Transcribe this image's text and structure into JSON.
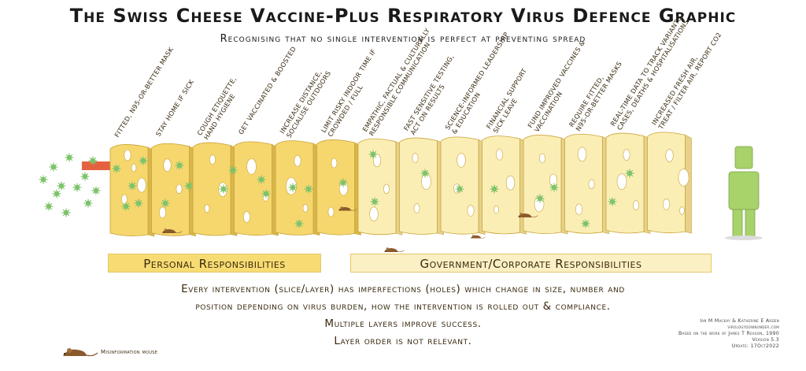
{
  "title": "The Swiss Cheese Vaccine-Plus Respiratory Virus Defence Graphic",
  "subtitle": "Recognising that no single intervention is perfect at preventing spread",
  "slices": [
    {
      "label_lines": [
        "Fitted, N95-or-better mask"
      ]
    },
    {
      "label_lines": [
        "Stay home if sick"
      ]
    },
    {
      "label_lines": [
        "Cough etiquette,",
        "hand hygiene"
      ]
    },
    {
      "label_lines": [
        "Get vaccinated & boosted"
      ]
    },
    {
      "label_lines": [
        "Increase distance,",
        "socialise outdoors"
      ]
    },
    {
      "label_lines": [
        "Limit risky indoor time if",
        "crowded / full"
      ]
    },
    {
      "label_lines": [
        "Empathic, factual & culturally",
        "responsible communication"
      ]
    },
    {
      "label_lines": [
        "Fast sensitive testing,",
        "act on results"
      ]
    },
    {
      "label_lines": [
        "Science-informed leadership",
        "& education"
      ]
    },
    {
      "label_lines": [
        "Financial support",
        "sick leave"
      ]
    },
    {
      "label_lines": [
        "Fund improved vaccines &",
        "vaccination"
      ]
    },
    {
      "label_lines": [
        "Require fitted,",
        "N95-or-better masks"
      ]
    },
    {
      "label_lines": [
        "Real-time data to track variants,",
        "cases, deaths & hospitalisations"
      ]
    },
    {
      "label_lines": [
        "Increased fresh air,",
        "treat / filter air, report CO2"
      ]
    }
  ],
  "bands": {
    "personal": "Personal Responsibilities",
    "government": "Government/Corporate Responsibilities"
  },
  "description_lines": [
    "Every intervention (slice/layer) has imperfections (holes) which change in size, number and",
    "position depending on virus burden, how the intervention is rolled out & compliance.",
    "Multiple layers improve success.",
    "Layer order is not relevant."
  ],
  "legend": {
    "mouse_label": "Misinformation mouse",
    "mouse_icon": "mouse-icon"
  },
  "credits_lines": [
    "Ian M Mackay & Katherine E Arden",
    "virologydownunder.com",
    "Based on the work of James T Reason, 1990",
    "Version 5.3",
    "Update: 17Oct2022"
  ],
  "colors": {
    "cheese_personal": "#f5d76e",
    "cheese_government": "#fbeeb4",
    "cheese_outline": "#c9a43c",
    "virus": "#7ec36b",
    "red_arrow": "#e5623f",
    "person": "#a8d26a",
    "mouse": "#8b5a2b",
    "band_personal": "#f7dc73",
    "band_government": "#fbf0c4"
  }
}
